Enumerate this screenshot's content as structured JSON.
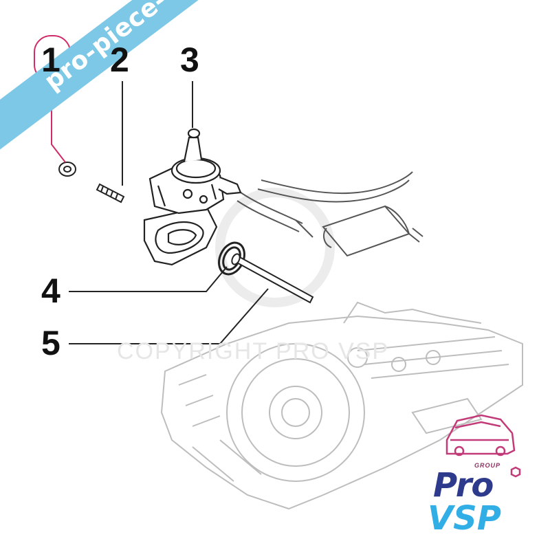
{
  "callouts": [
    {
      "label": "1",
      "highlighted": true
    },
    {
      "label": "2",
      "highlighted": false
    },
    {
      "label": "3",
      "highlighted": false
    },
    {
      "label": "4",
      "highlighted": false
    },
    {
      "label": "5",
      "highlighted": false
    }
  ],
  "watermark": {
    "banner_text": "pro-piece-vsp.com",
    "copyright_text": "COPYRIGHT PRO VSP"
  },
  "logo": {
    "group_text": "GROUP",
    "brand_line1": "Pro",
    "brand_line2": "VSP"
  },
  "colors": {
    "highlight": "#d12b6a",
    "banner": "#7cc8e6",
    "logo_dark": "#2e3a8c",
    "logo_light": "#31aee6",
    "drawing": "#222222"
  }
}
